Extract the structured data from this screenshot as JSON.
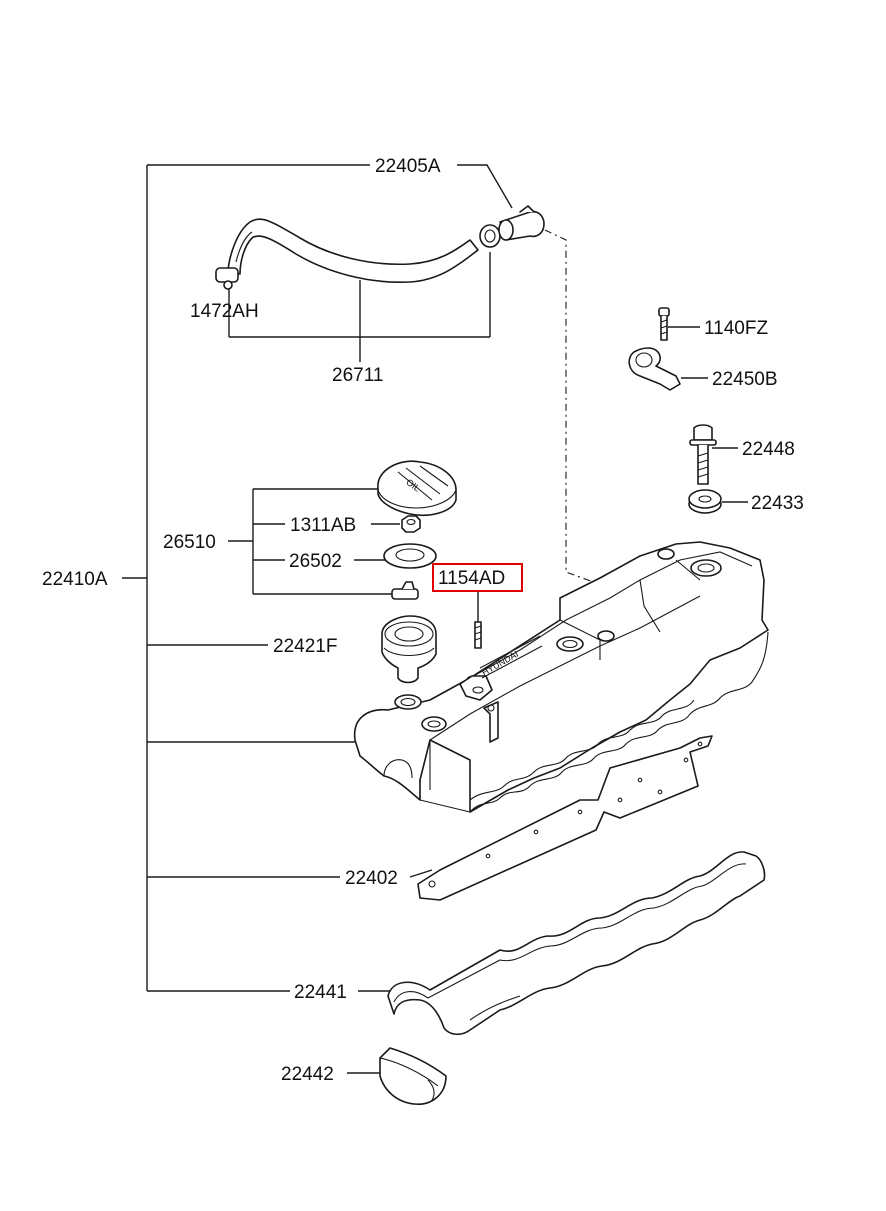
{
  "diagram": {
    "labels": {
      "p22405A": "22405A",
      "p1472AH": "1472AH",
      "p26711": "26711",
      "p1140FZ": "1140FZ",
      "p22450B": "22450B",
      "p22448": "22448",
      "p22433": "22433",
      "p26510": "26510",
      "p1311AB": "1311AB",
      "p26502": "26502",
      "p1154AD": "1154AD",
      "p22410A": "22410A",
      "p22421F": "22421F",
      "p22402": "22402",
      "p22441": "22441",
      "p22442": "22442"
    },
    "highlighted_part": "1154AD",
    "highlight_color": "#e00000",
    "cover_brand_text": "HYUNDAI",
    "cap_text": "OIL"
  }
}
